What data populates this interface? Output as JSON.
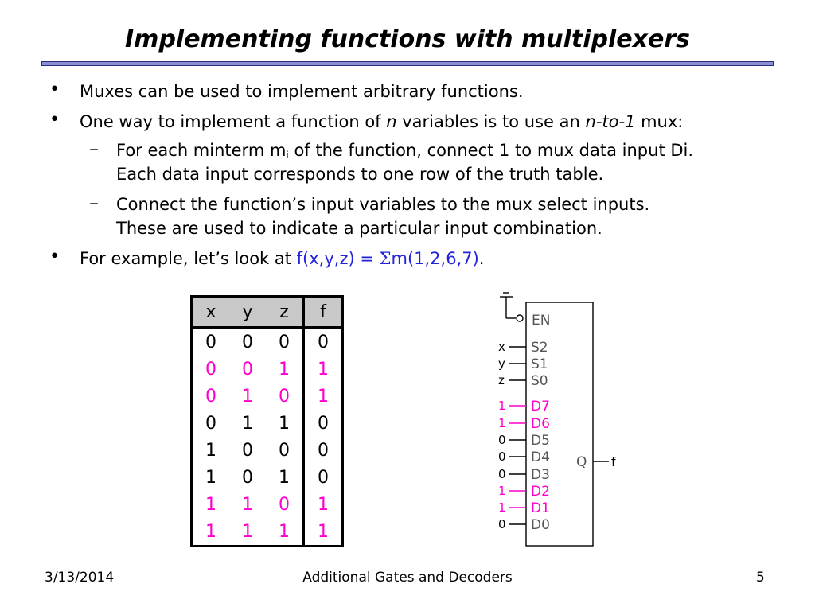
{
  "slide": {
    "title": "Implementing functions with multiplexers",
    "bullets": [
      "Muxes can be used to implement arbitrary functions.",
      {
        "pre": "One way to implement a function of ",
        "n": "n",
        "mid": " variables is to use an ",
        "mux_type": "n-to-1",
        "post": " mux:"
      }
    ],
    "sub_bullets": [
      {
        "line1_pre": "For each minterm m",
        "line1_sub": "i",
        "line1_post": " of the function, connect 1 to mux data input Di.",
        "line2": "Each data input corresponds to one row of the truth table."
      },
      {
        "line1": "Connect the function’s input variables to the mux select inputs.",
        "line2": "These are used to indicate a particular input combination."
      }
    ],
    "example": {
      "pre": "For example, let’s look at ",
      "func": "f(x,y,z) = ",
      "sigma": "Σ",
      "minterms": "m(1,2,6,7)",
      "post": "."
    }
  },
  "truth_table": {
    "headers": [
      "x",
      "y",
      "z",
      "f"
    ],
    "rows": [
      {
        "cells": [
          "0",
          "0",
          "0",
          "0"
        ],
        "highlight": false
      },
      {
        "cells": [
          "0",
          "0",
          "1",
          "1"
        ],
        "highlight": true
      },
      {
        "cells": [
          "0",
          "1",
          "0",
          "1"
        ],
        "highlight": true
      },
      {
        "cells": [
          "0",
          "1",
          "1",
          "0"
        ],
        "highlight": false
      },
      {
        "cells": [
          "1",
          "0",
          "0",
          "0"
        ],
        "highlight": false
      },
      {
        "cells": [
          "1",
          "0",
          "1",
          "0"
        ],
        "highlight": false
      },
      {
        "cells": [
          "1",
          "1",
          "0",
          "1"
        ],
        "highlight": true
      },
      {
        "cells": [
          "1",
          "1",
          "1",
          "1"
        ],
        "highlight": true
      }
    ]
  },
  "mux": {
    "enable_label": "EN",
    "selects": [
      {
        "signal": "x",
        "pin": "S2"
      },
      {
        "signal": "y",
        "pin": "S1"
      },
      {
        "signal": "z",
        "pin": "S0"
      }
    ],
    "data_inputs": [
      {
        "value": "1",
        "pin": "D7",
        "highlight": true
      },
      {
        "value": "1",
        "pin": "D6",
        "highlight": true
      },
      {
        "value": "0",
        "pin": "D5",
        "highlight": false
      },
      {
        "value": "0",
        "pin": "D4",
        "highlight": false
      },
      {
        "value": "0",
        "pin": "D3",
        "highlight": false
      },
      {
        "value": "1",
        "pin": "D2",
        "highlight": true
      },
      {
        "value": "1",
        "pin": "D1",
        "highlight": true
      },
      {
        "value": "0",
        "pin": "D0",
        "highlight": false
      }
    ],
    "output_pin": "Q",
    "output_signal": "f",
    "highlight_color": "#ff00cc"
  },
  "footer": {
    "date": "3/13/2014",
    "course": "Additional Gates and Decoders",
    "page": "5"
  },
  "colors": {
    "accent_blue": "#2222dd",
    "highlight_magenta": "#ff00cc",
    "rule_fill": "#8b8fd0",
    "header_gray": "#c8c8c8"
  }
}
